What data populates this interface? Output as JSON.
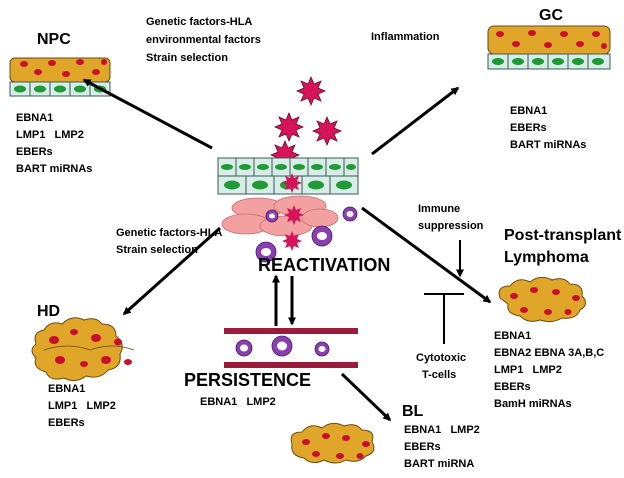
{
  "labels": {
    "npc": "NPC",
    "gc": "GC",
    "hd": "HD",
    "bl": "BL",
    "post_transplant": [
      "Post-transplant",
      "Lymphoma"
    ],
    "reactivation": "REACTIVATION",
    "persistence": "PERSISTENCE"
  },
  "factors": {
    "npc_arrow": [
      "Genetic factors-HLA",
      "environmental factors",
      "Strain selection"
    ],
    "gc_arrow": "Inflammation",
    "hd_arrow": [
      "Genetic factors-HLA",
      "Strain selection"
    ],
    "immune": [
      "Immune",
      "suppression"
    ],
    "cytotoxic": [
      "Cytotoxic",
      "T-cells"
    ]
  },
  "expression": {
    "npc": [
      "EBNA1",
      "LMP1   LMP2",
      "EBERs",
      "BART miRNAs"
    ],
    "gc": [
      "EBNA1",
      "EBERs",
      "BART miRNAs"
    ],
    "hd": [
      "EBNA1",
      "LMP1   LMP2",
      "EBERs"
    ],
    "bl": [
      "EBNA1   LMP2",
      "EBERs",
      "BART miRNA"
    ],
    "persistence": "EBNA1   LMP2",
    "post_transplant": [
      "EBNA1",
      "EBNA2 EBNA 3A,B,C",
      "LMP1   LMP2",
      "EBERs",
      "BamH miRNAs"
    ]
  },
  "colors": {
    "epithelium_fill": "#d8ede8",
    "nucleus_green": "#1f9a35",
    "tumor_fill": "#e0a62a",
    "nucleus_red": "#c8102e",
    "virion": "#d6145a",
    "bcell": "#8a3fb0",
    "membrane": "#9b1b3a",
    "mucosa_pink": "#f2a0a0"
  }
}
